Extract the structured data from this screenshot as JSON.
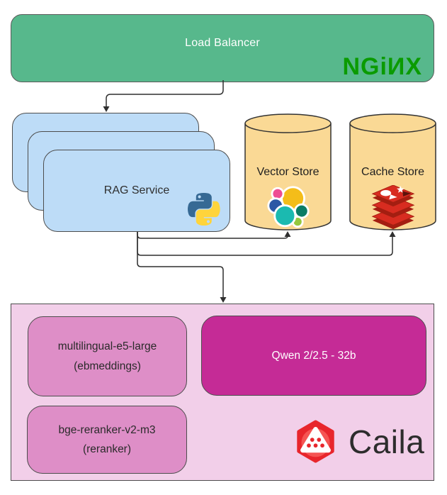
{
  "diagram": {
    "load_balancer": {
      "label": "Load Balancer",
      "logo_text": "NGiИX",
      "fill": "#57B88C",
      "logo_color": "#0a9b00"
    },
    "rag_service": {
      "label": "RAG Service",
      "fill": "#BDDCF7",
      "icon": "python-icon"
    },
    "vector_store": {
      "label": "Vector Store",
      "fill": "#FAD995",
      "icon": "elasticsearch-icon"
    },
    "cache_store": {
      "label": "Cache Store",
      "fill": "#FAD995",
      "icon": "redis-icon"
    },
    "platform": {
      "fill": "#F2CFE9",
      "embeddings_model": {
        "name": "multilingual-e5-large",
        "role": "(ebmeddings)",
        "fill": "#DE8EC7"
      },
      "llm_model": {
        "name": "Qwen 2/2.5 - 32b",
        "fill": "#C52B96"
      },
      "reranker_model": {
        "name": "bge-reranker-v2-m3",
        "role": "(reranker)",
        "fill": "#DE8EC7"
      },
      "brand": {
        "name": "Caila",
        "icon_color": "#E8262C"
      }
    }
  }
}
